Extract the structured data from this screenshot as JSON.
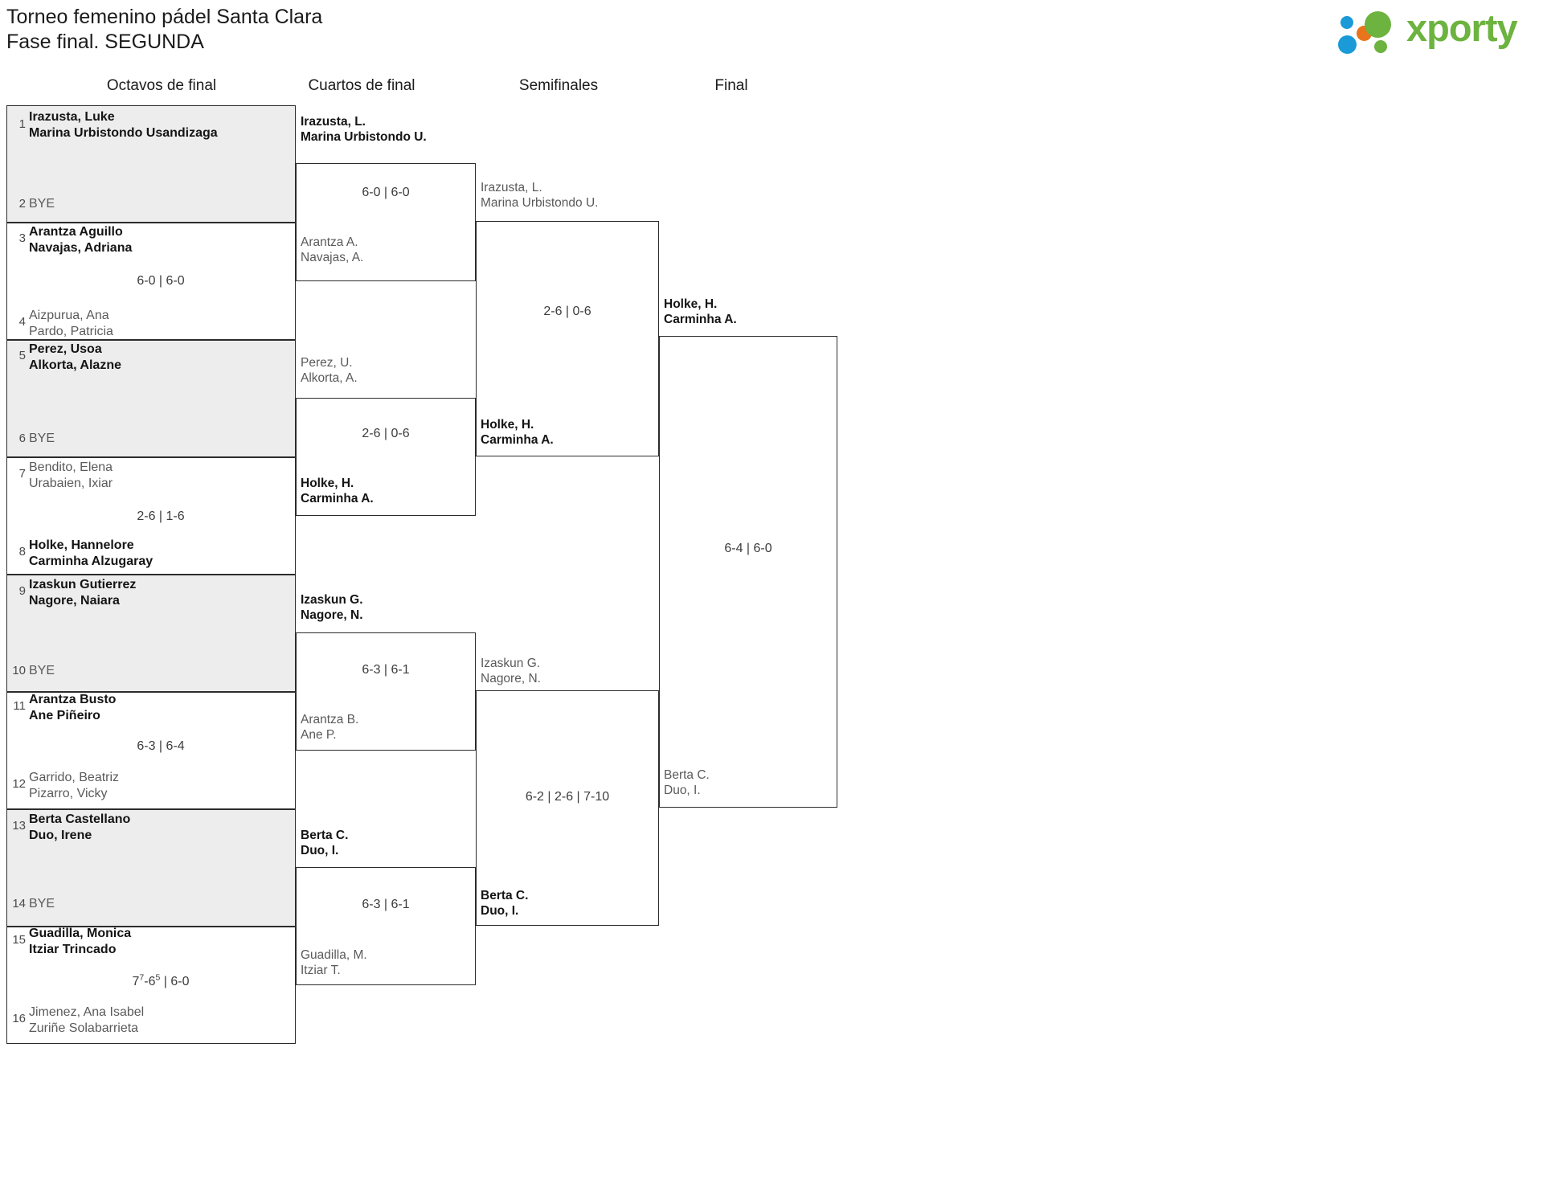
{
  "header": {
    "title": "Torneo femenino pádel Santa Clara\nFase final. SEGUNDA",
    "logo_text": "xporty",
    "logo_colors": {
      "blue": "#1a9ad7",
      "orange": "#e8741c",
      "green": "#6cb33f"
    }
  },
  "rounds": [
    {
      "id": "round-of-16",
      "label": "Octavos de final"
    },
    {
      "id": "quarterfinals",
      "label": "Cuartos de final"
    },
    {
      "id": "semifinals",
      "label": "Semifinales"
    },
    {
      "id": "final",
      "label": "Final"
    }
  ],
  "round_of_16": {
    "entries": [
      {
        "seed": "1",
        "name": "Irazusta, Luke\nMarina Urbistondo Usandizaga",
        "winner": true
      },
      {
        "seed": "2",
        "name": "BYE",
        "winner": false,
        "bye": true
      },
      {
        "seed": "3",
        "name": "Arantza Aguillo\nNavajas, Adriana",
        "winner": true
      },
      {
        "seed": "4",
        "name": "Aizpurua, Ana\nPardo, Patricia",
        "winner": false
      },
      {
        "seed": "5",
        "name": "Perez, Usoa\nAlkorta, Alazne",
        "winner": true
      },
      {
        "seed": "6",
        "name": "BYE",
        "winner": false,
        "bye": true
      },
      {
        "seed": "7",
        "name": "Bendito, Elena\nUrabaien, Ixiar",
        "winner": false
      },
      {
        "seed": "8",
        "name": "Holke, Hannelore\nCarminha Alzugaray",
        "winner": true
      },
      {
        "seed": "9",
        "name": "Izaskun Gutierrez\nNagore, Naiara",
        "winner": true
      },
      {
        "seed": "10",
        "name": "BYE",
        "winner": false,
        "bye": true
      },
      {
        "seed": "11",
        "name": "Arantza Busto\nAne Piñeiro",
        "winner": true
      },
      {
        "seed": "12",
        "name": "Garrido, Beatriz\nPizarro, Vicky",
        "winner": false
      },
      {
        "seed": "13",
        "name": "Berta Castellano\nDuo, Irene",
        "winner": true
      },
      {
        "seed": "14",
        "name": "BYE",
        "winner": false,
        "bye": true
      },
      {
        "seed": "15",
        "name": "Guadilla, Monica\nItziar Trincado",
        "winner": true
      },
      {
        "seed": "16",
        "name": "Jimenez, Ana Isabel\nZuriñe Solabarrieta",
        "winner": false
      }
    ],
    "scores": [
      {
        "id": "r16-m1",
        "text": ""
      },
      {
        "id": "r16-m2",
        "text": "6-0 | 6-0"
      },
      {
        "id": "r16-m3",
        "text": ""
      },
      {
        "id": "r16-m4",
        "text": "2-6 | 1-6"
      },
      {
        "id": "r16-m5",
        "text": ""
      },
      {
        "id": "r16-m6",
        "text": "6-3 | 6-4"
      },
      {
        "id": "r16-m7",
        "text": ""
      },
      {
        "id": "r16-m8",
        "text": "7#7-6#5 | 6-0"
      }
    ]
  },
  "quarterfinals": {
    "matches": [
      {
        "id": "qf-1",
        "top": "Irazusta, L.\nMarina Urbistondo U.",
        "bottom": "Arantza A.\nNavajas, A.",
        "top_winner": true,
        "bottom_winner": false,
        "score": "6-0 | 6-0"
      },
      {
        "id": "qf-2",
        "top": "Perez, U.\nAlkorta, A.",
        "bottom": "Holke, H.\nCarminha A.",
        "top_winner": false,
        "bottom_winner": true,
        "score": "2-6 | 0-6"
      },
      {
        "id": "qf-3",
        "top": "Izaskun G.\nNagore, N.",
        "bottom": "Arantza B.\nAne P.",
        "top_winner": true,
        "bottom_winner": false,
        "score": "6-3 | 6-1"
      },
      {
        "id": "qf-4",
        "top": "Berta C.\nDuo, I.",
        "bottom": "Guadilla, M.\nItziar T.",
        "top_winner": true,
        "bottom_winner": false,
        "score": "6-3 | 6-1"
      }
    ]
  },
  "semifinals": {
    "matches": [
      {
        "id": "sf-1",
        "top": "Irazusta, L.\nMarina Urbistondo U.",
        "bottom": "Holke, H.\nCarminha A.",
        "top_winner": false,
        "bottom_winner": true,
        "score": "2-6 | 0-6"
      },
      {
        "id": "sf-2",
        "top": "Izaskun G.\nNagore, N.",
        "bottom": "Berta C.\nDuo, I.",
        "top_winner": false,
        "bottom_winner": true,
        "score": "6-2 | 2-6 | 7-10"
      }
    ]
  },
  "final": {
    "match": {
      "id": "final-1",
      "top": "Holke, H.\nCarminha A.",
      "bottom": "Berta C.\nDuo, I.",
      "top_winner": true,
      "bottom_winner": false,
      "score": "6-4 | 6-0"
    }
  }
}
